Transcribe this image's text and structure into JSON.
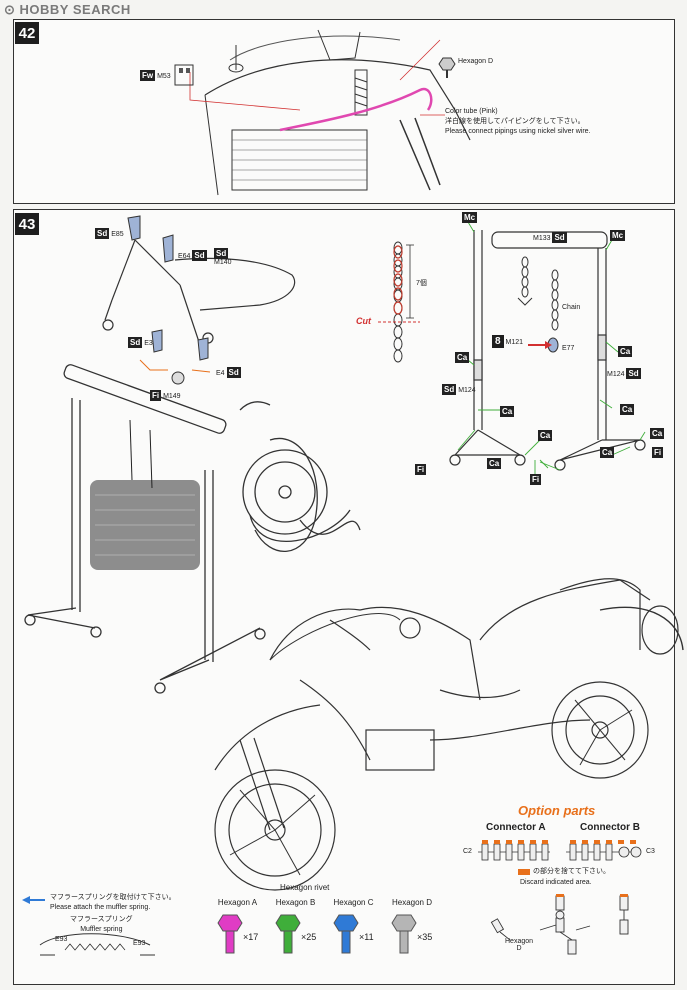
{
  "watermark": "HOBBY SEARCH",
  "step42": {
    "number": "42",
    "hexagon_d": "Hexagon D",
    "part_tag": "Fw",
    "part_code": "M53",
    "color_tube_title": "Color tube (Pink)",
    "color_tube_jp": "洋白線を使用してパイピングをして下さい。",
    "color_tube_en": "Please connect pipings using nickel silver wire."
  },
  "step43": {
    "number": "43",
    "stand_parts": [
      {
        "tag": "Sd",
        "code": "E85"
      },
      {
        "tag": "E64",
        "code": "Sd"
      },
      {
        "tag": "Sd",
        "code": "M140"
      },
      {
        "tag": "Sd",
        "code": "E3"
      },
      {
        "tag": "E4",
        "code": "Sd"
      },
      {
        "tag": "Fi",
        "code": "M149"
      }
    ],
    "chain_count": "7個",
    "cut_label": "Cut",
    "crane": {
      "top_tag_left": "Mc",
      "top_tag_right": "Mc",
      "bar_code": "M133",
      "bar_tag": "Sd",
      "chain_label": "Chain",
      "step_ref": "8",
      "ref_code": "M121",
      "ref_part": "E77",
      "left_leg_code": "M124",
      "left_leg_tag": "Sd",
      "right_leg_code": "M124",
      "right_leg_tag": "Sd",
      "ca_tag": "Ca",
      "foot_tag": "Fi"
    }
  },
  "option_parts": {
    "title": "Option parts",
    "connector_a": "Connector A",
    "connector_b": "Connector B",
    "c2": "C2",
    "c3": "C3",
    "discard_jp": "の部分を捨てて下さい。",
    "discard_en": "Discard indicated area."
  },
  "muffler": {
    "note_jp": "マフラースプリングを取付けて下さい。",
    "note_en": "Please attach the muffler spring.",
    "spring_jp": "マフラースプリング",
    "spring_en": "Muffler spring",
    "e93_left": "E93",
    "e93_right": "E93"
  },
  "hexagon_rivet": {
    "title": "Hexagon rivet",
    "items": [
      {
        "label": "Hexagon A",
        "count": "×17",
        "color": "#e03cc4"
      },
      {
        "label": "Hexagon B",
        "count": "×25",
        "color": "#3fae3a"
      },
      {
        "label": "Hexagon C",
        "count": "×11",
        "color": "#2f7ad6"
      },
      {
        "label": "Hexagon D",
        "count": "×35",
        "color": "#b5b5b5"
      }
    ]
  },
  "assembly": {
    "hexagon_d": "Hexagon",
    "hexagon_d2": "D"
  }
}
